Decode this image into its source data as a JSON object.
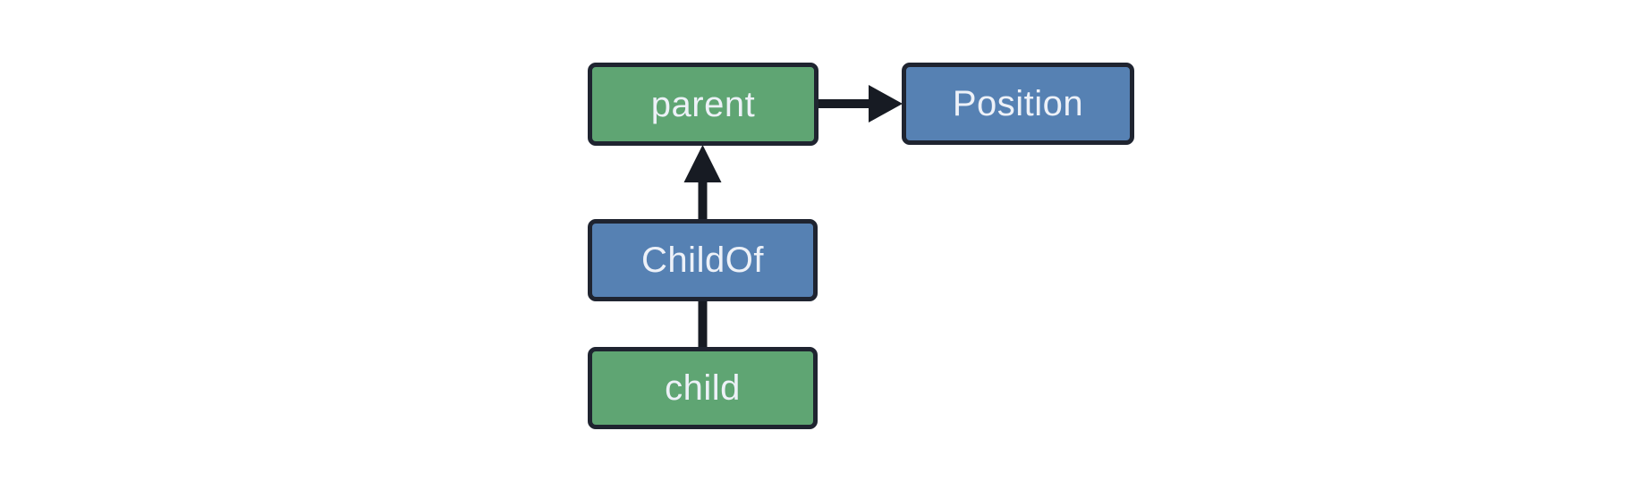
{
  "diagram": {
    "nodes": [
      {
        "id": "parent",
        "label": "parent",
        "fill": "#5fa573"
      },
      {
        "id": "Position",
        "label": "Position",
        "fill": "#5681b3"
      },
      {
        "id": "ChildOf",
        "label": "ChildOf",
        "fill": "#5681b3"
      },
      {
        "id": "child",
        "label": "child",
        "fill": "#5fa573"
      }
    ],
    "edges": [
      {
        "from": "parent",
        "to": "Position",
        "type": "arrow",
        "direction": "right"
      },
      {
        "from": "ChildOf",
        "to": "parent",
        "type": "arrow",
        "direction": "up"
      },
      {
        "from": "child",
        "to": "ChildOf",
        "type": "line",
        "direction": "up"
      }
    ],
    "colors": {
      "background": "#ffffff",
      "entity_fill": "#5fa573",
      "relation_fill": "#5681b3",
      "node_border": "#1f2430",
      "node_text": "#edf1f8",
      "connector": "#171b23"
    }
  }
}
